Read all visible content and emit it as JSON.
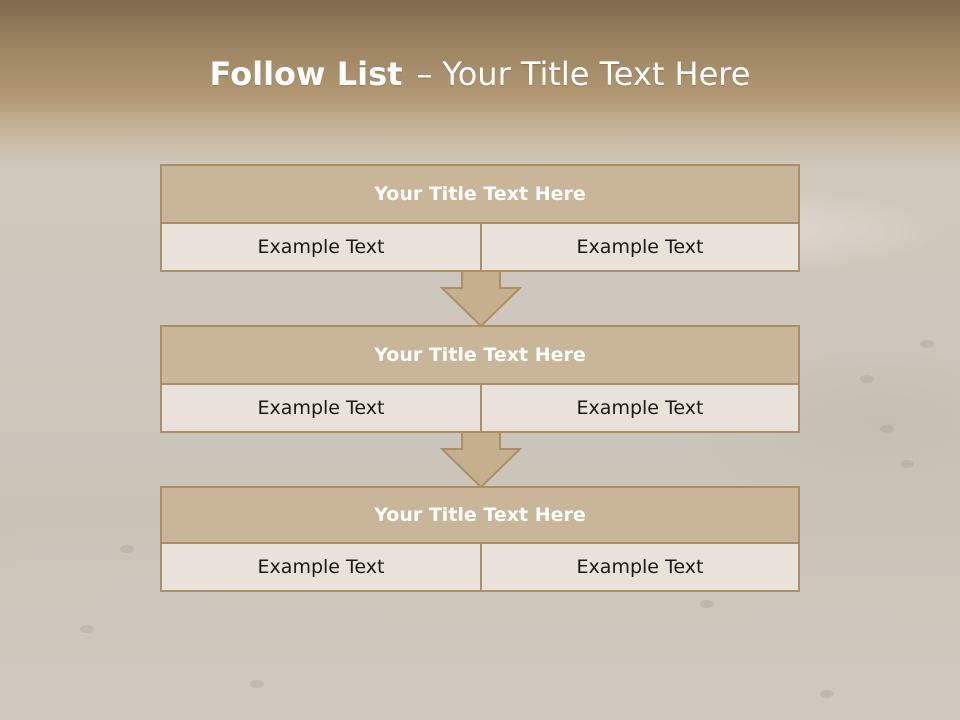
{
  "slide": {
    "title_bold": "Follow List",
    "title_separator": "–",
    "title_rest": "Your Title Text Here"
  },
  "blocks": [
    {
      "title": "Your Title Text Here",
      "left": "Example Text",
      "right": "Example Text"
    },
    {
      "title": "Your Title Text Here",
      "left": "Example Text",
      "right": "Example Text"
    },
    {
      "title": "Your Title Text Here",
      "left": "Example Text",
      "right": "Example Text"
    }
  ],
  "colors": {
    "header_fill": "#c9b597",
    "border": "#a98f63",
    "cell_fill": "#e9e2da",
    "arrow_fill": "#c5b08e"
  }
}
